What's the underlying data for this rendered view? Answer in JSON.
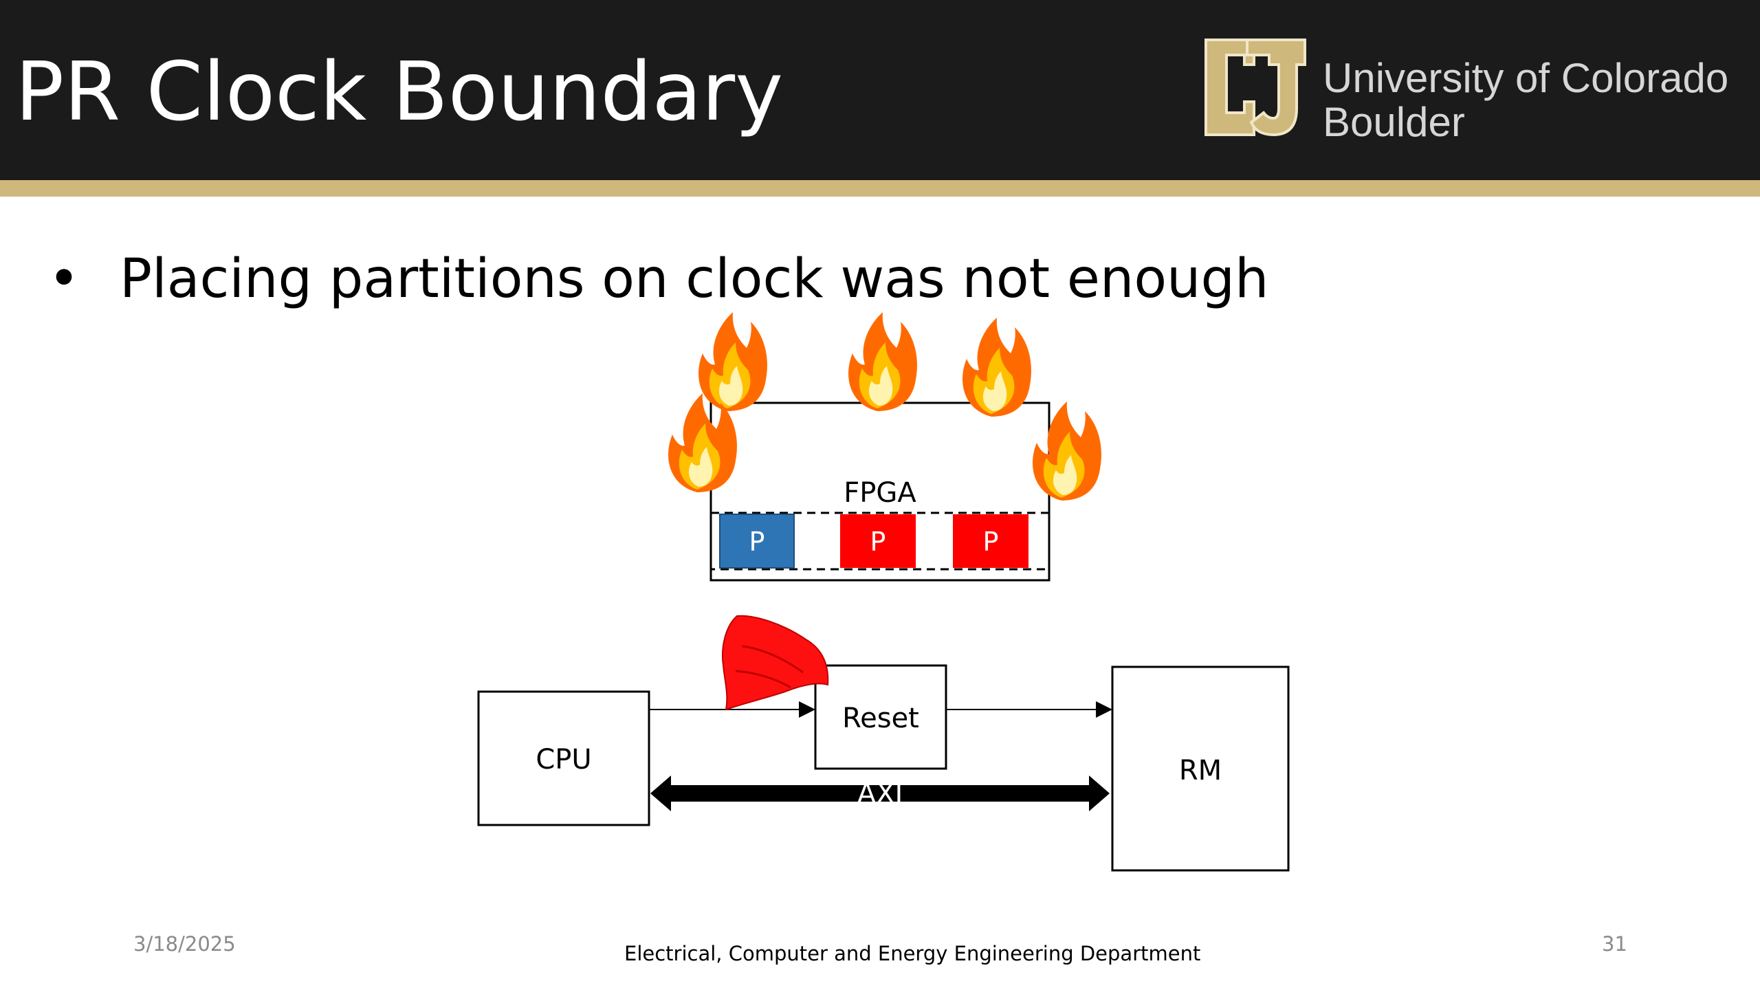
{
  "slide": {
    "title": "PR Clock Boundary",
    "bullet": "Placing partitions on clock was not enough"
  },
  "logo": {
    "line1": "University of Colorado",
    "line2": "Boulder"
  },
  "diagram": {
    "fpga_label": "FPGA",
    "partitions": [
      {
        "label": "P",
        "color": "#2e75b6"
      },
      {
        "label": "P",
        "color": "#ff0000"
      },
      {
        "label": "P",
        "color": "#ff0000"
      }
    ],
    "cpu_label": "CPU",
    "reset_label": "Reset",
    "rm_label": "RM",
    "bus_label": "AXI"
  },
  "footer": {
    "date": "3/18/2025",
    "department": "Electrical, Computer and Energy Engineering Department",
    "page": "31"
  },
  "colors": {
    "header_bg": "#1b1b1b",
    "cu_gold": "#cfb87c"
  }
}
